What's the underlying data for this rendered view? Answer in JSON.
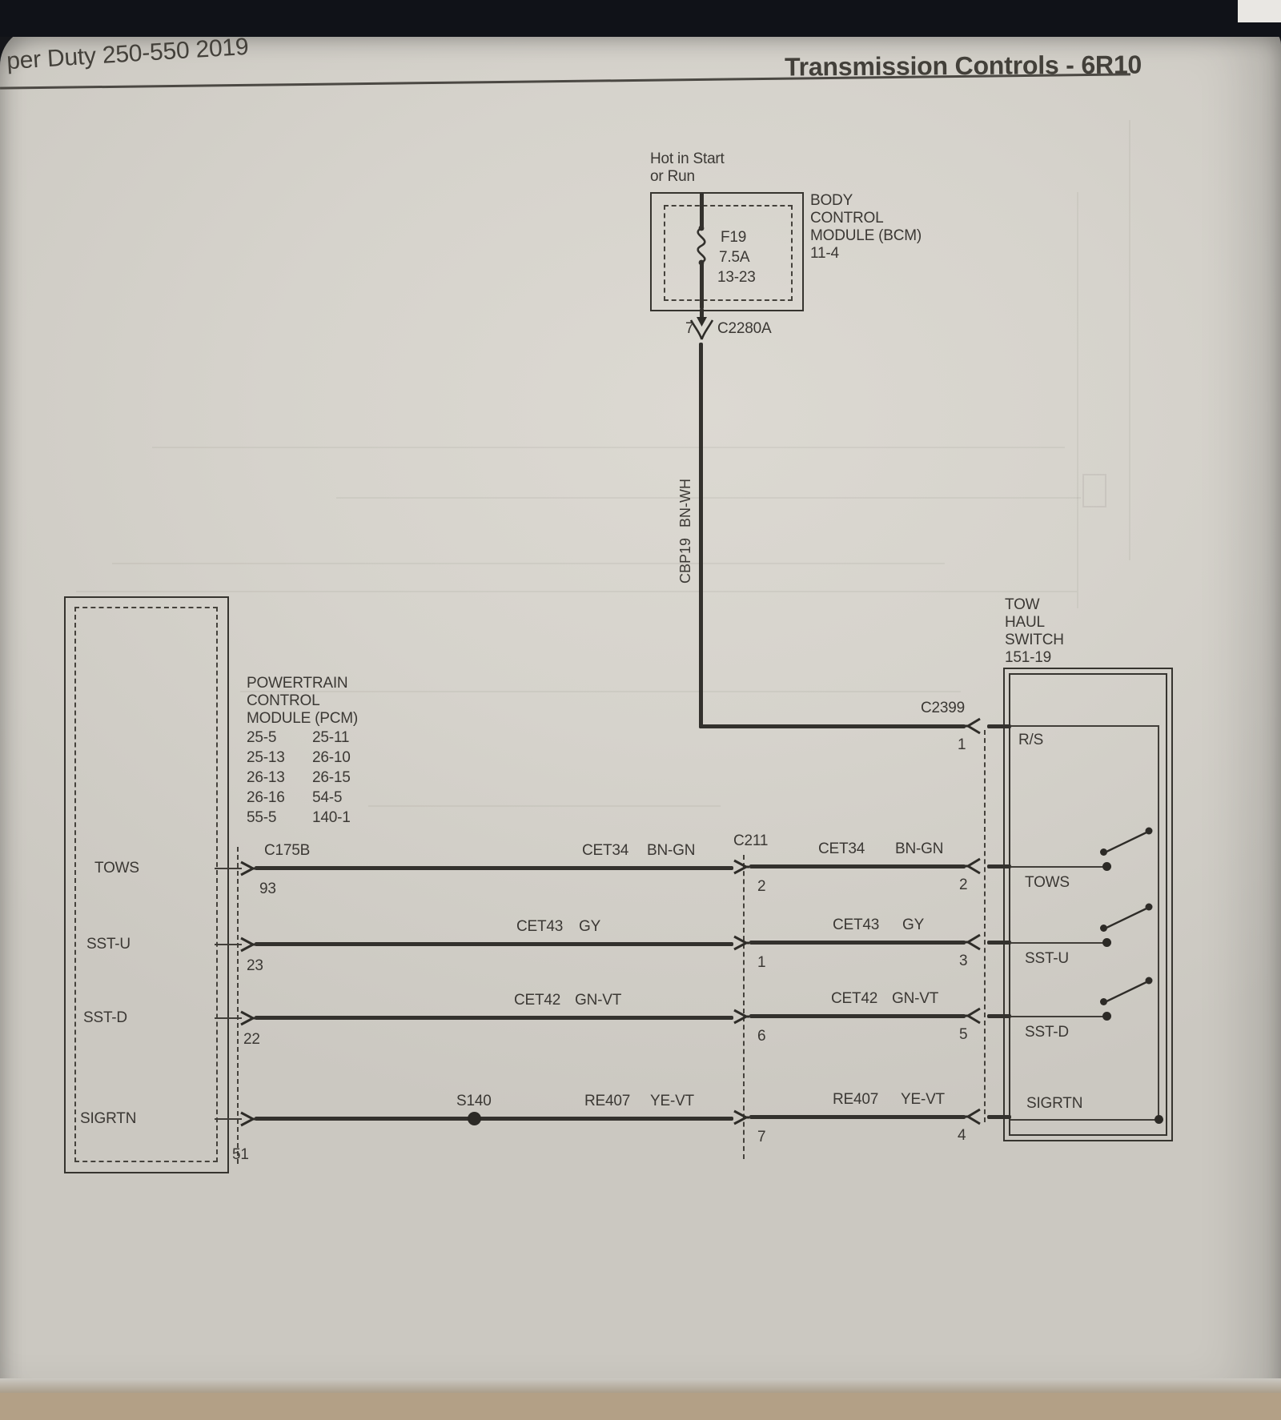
{
  "header": {
    "title_left": "per Duty 250-550 2019",
    "title_right": "Transmission Controls - 6R10"
  },
  "power_source": {
    "line1": "Hot in Start",
    "line2": "or Run"
  },
  "fuse": {
    "name": "F19",
    "rating": "7.5A",
    "location": "13-23"
  },
  "bcm": {
    "lines": [
      "BODY",
      "CONTROL",
      "MODULE (BCM)",
      "11-4"
    ]
  },
  "bcm_connector": {
    "pin": "7",
    "name": "C2280A"
  },
  "feed_wire": {
    "circuit": "CBP19",
    "color": "BN-WH"
  },
  "inline_connector": {
    "name": "C211"
  },
  "pcm": {
    "name_lines": [
      "POWERTRAIN",
      "CONTROL",
      "MODULE (PCM)"
    ],
    "grid": [
      [
        "25-5",
        "25-11"
      ],
      [
        "25-13",
        "26-10"
      ],
      [
        "26-13",
        "26-15"
      ],
      [
        "26-16",
        "54-5"
      ],
      [
        "55-5",
        "140-1"
      ]
    ],
    "connector": "C175B"
  },
  "tow_haul_switch": {
    "name_lines": [
      "TOW",
      "HAUL",
      "SWITCH",
      "151-19"
    ],
    "connector": "C2399",
    "rs_label": "R/S",
    "rs_pin": "1"
  },
  "splice": {
    "name": "S140"
  },
  "rows": [
    {
      "pcm_label": "TOWS",
      "pcm_pin": "93",
      "circuit": "CET34",
      "color": "BN-GN",
      "c211_pin": "2",
      "c2399_pin": "2",
      "switch_label": "TOWS"
    },
    {
      "pcm_label": "SST-U",
      "pcm_pin": "23",
      "circuit": "CET43",
      "color": "GY",
      "c211_pin": "1",
      "c2399_pin": "3",
      "switch_label": "SST-U"
    },
    {
      "pcm_label": "SST-D",
      "pcm_pin": "22",
      "circuit": "CET42",
      "color": "GN-VT",
      "c211_pin": "6",
      "c2399_pin": "5",
      "switch_label": "SST-D"
    },
    {
      "pcm_label": "SIGRTN",
      "pcm_pin": "51",
      "circuit": "RE407",
      "color": "YE-VT",
      "c211_pin": "7",
      "c2399_pin": "4",
      "switch_label": "SIGRTN"
    }
  ],
  "colors": {
    "page": "#d6d3cc",
    "ink": "#33312d"
  }
}
